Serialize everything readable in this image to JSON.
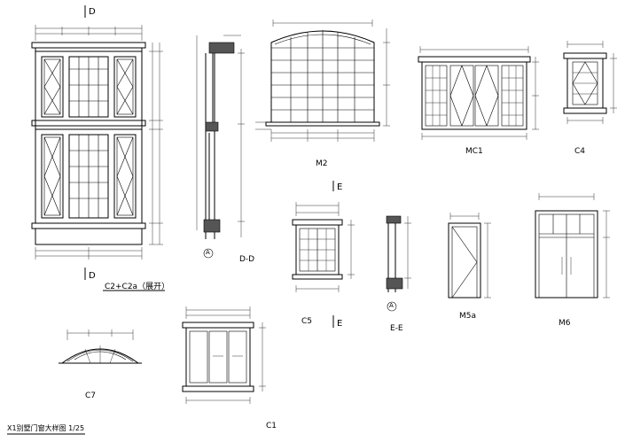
{
  "sheet": {
    "title": "X1别墅门窗大样图 1/25"
  },
  "labels": {
    "c2": "C2+C2a（展开）",
    "dd": "D-D",
    "m2": "M2",
    "mc1": "MC1",
    "c4": "C4",
    "c5": "C5",
    "ee": "E-E",
    "m5a": "M5a",
    "m6": "M6",
    "c7": "C7",
    "c1": "C1"
  },
  "section_marks": {
    "d_top": "D",
    "d_bottom": "D",
    "e_top": "E",
    "e_bottom": "E",
    "axis_a": "A"
  }
}
